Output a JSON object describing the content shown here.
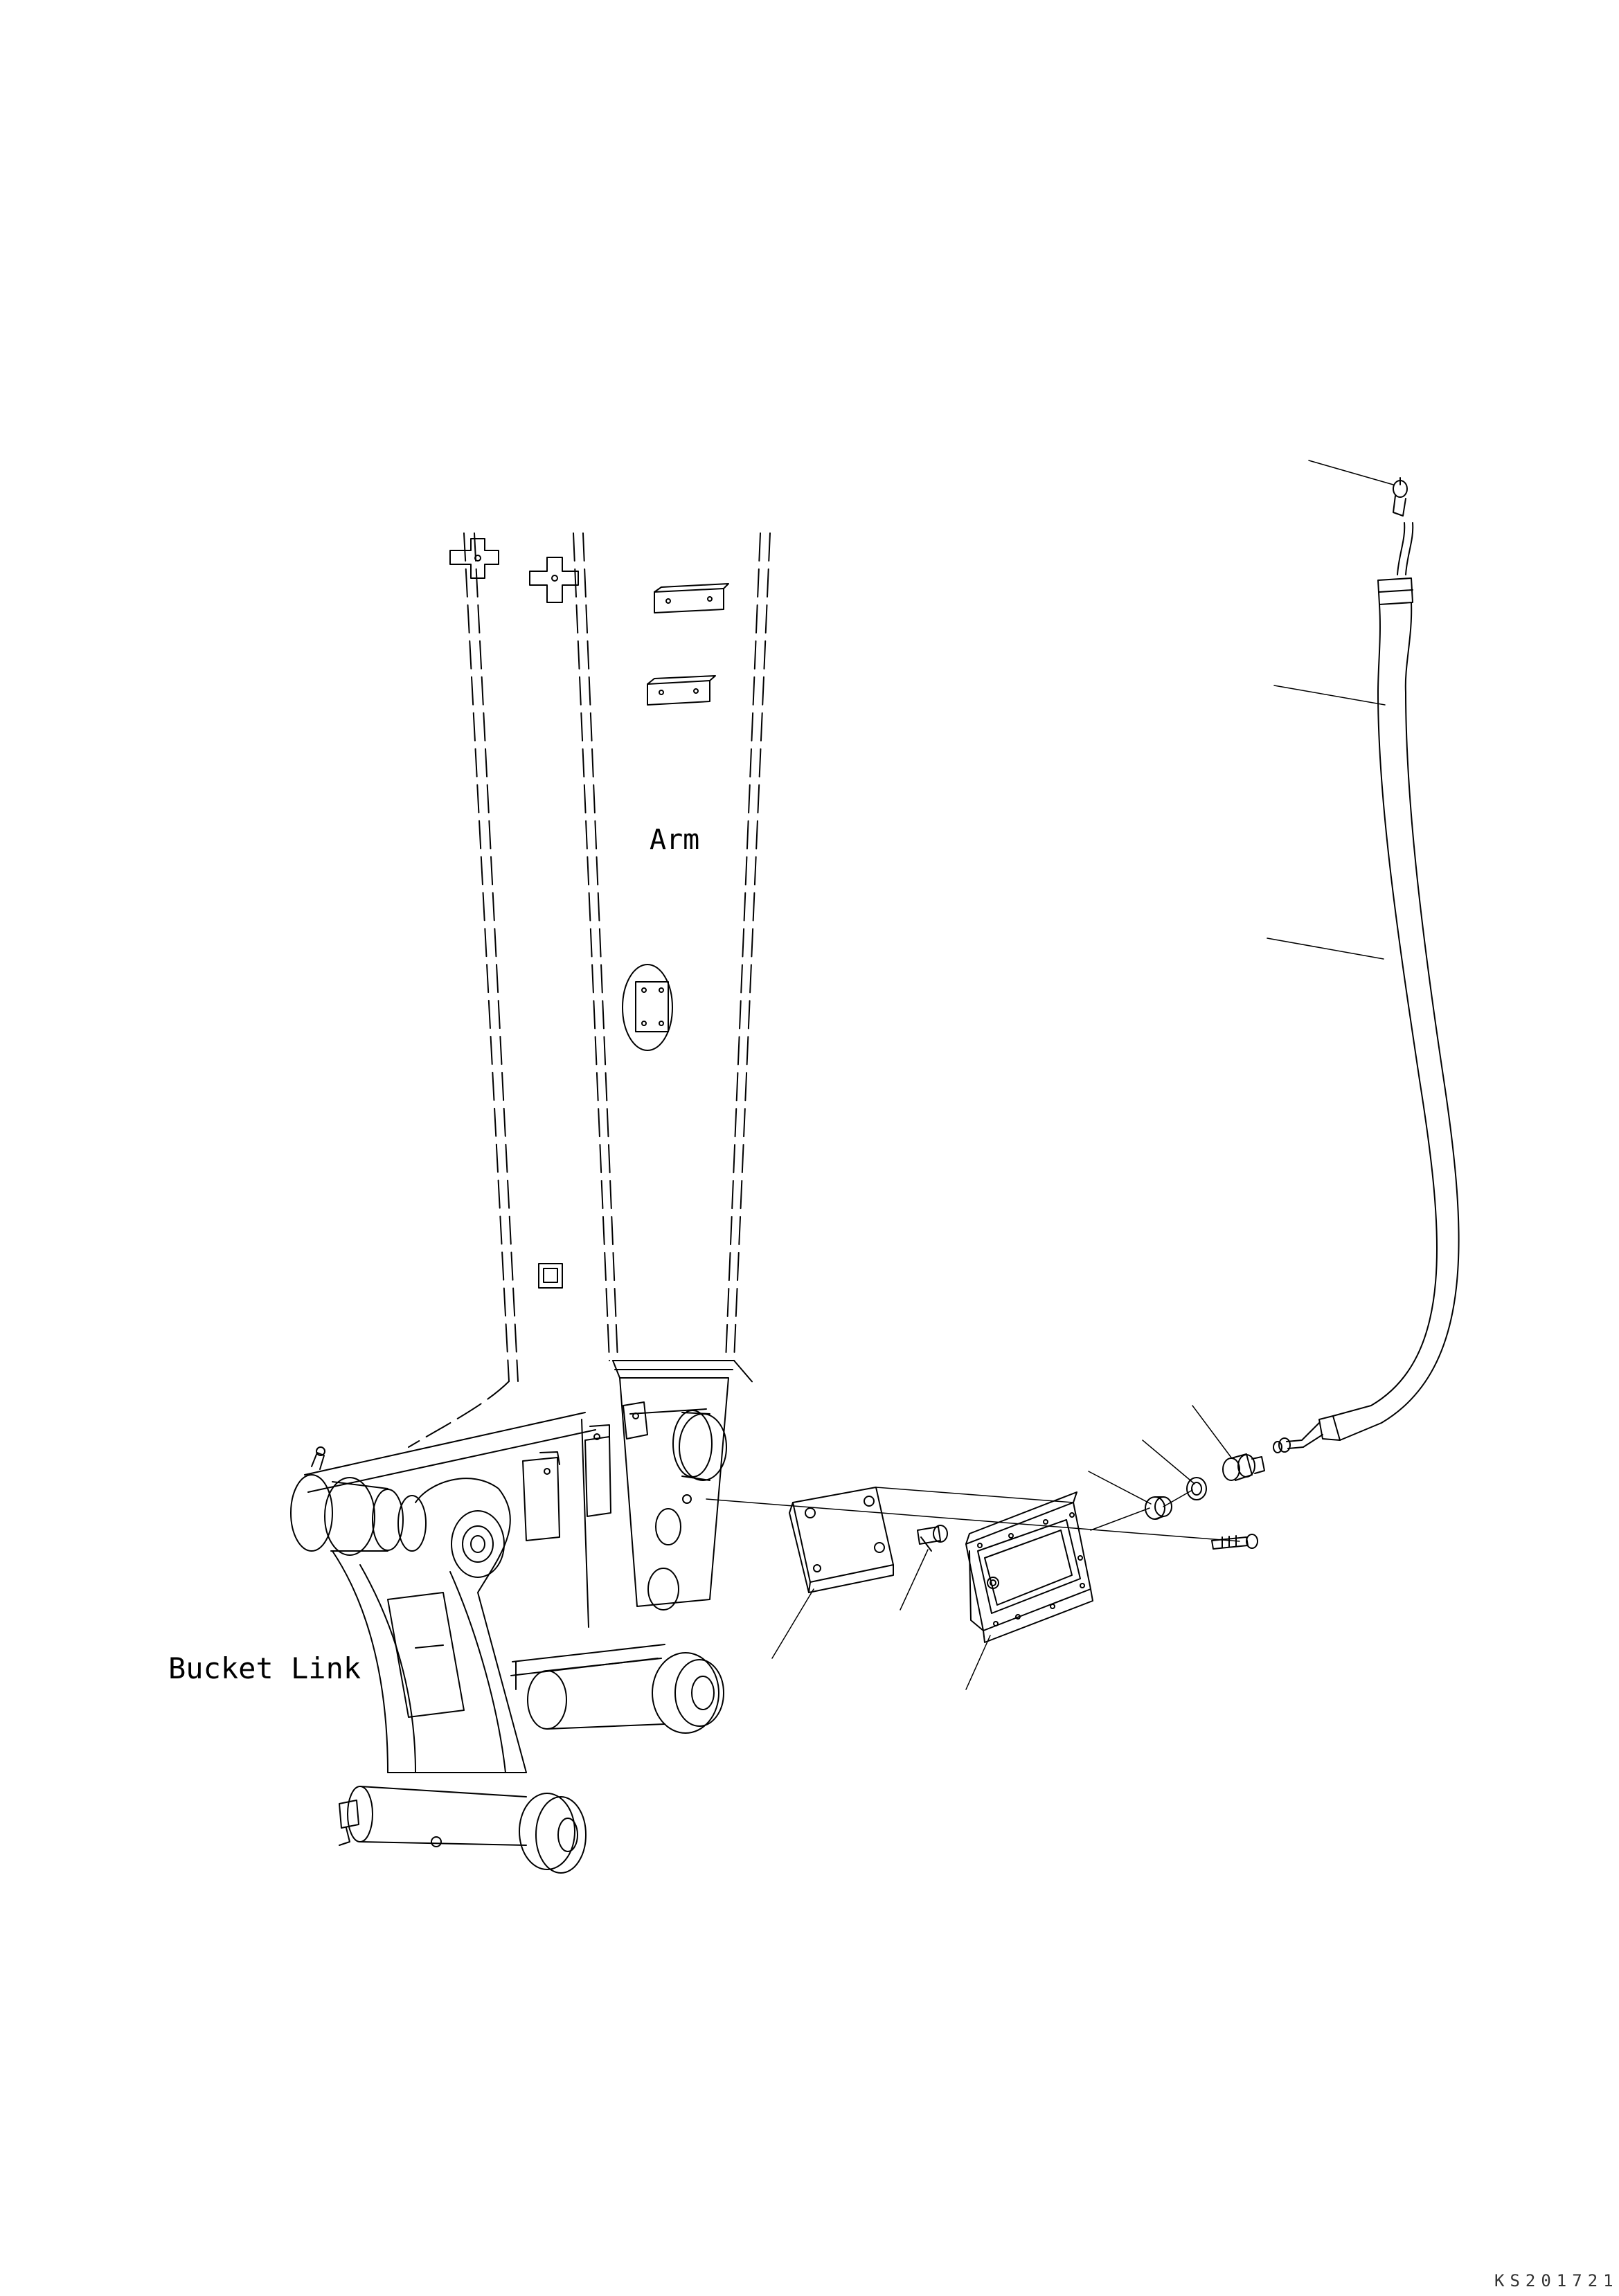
{
  "labels": {
    "arm": "Arm",
    "bucket_link": "Bucket Link",
    "drawing_code": "KS201721"
  },
  "colors": {
    "line": "#000000",
    "background": "#ffffff"
  }
}
